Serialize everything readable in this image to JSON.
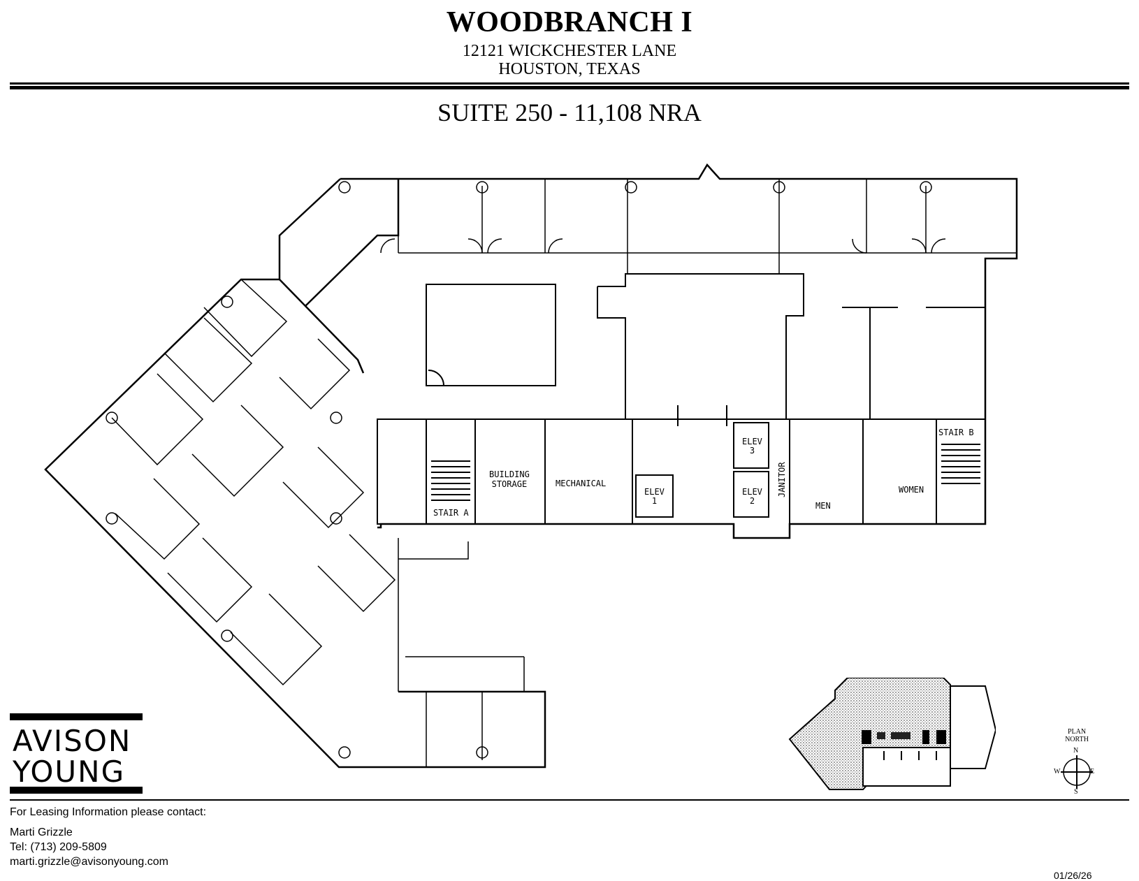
{
  "header": {
    "title": "WOODBRANCH I",
    "address_line1": "12121 WICKCHESTER LANE",
    "address_line2": "HOUSTON, TEXAS",
    "suite": "SUITE 250 - 11,108 NRA"
  },
  "floorplan": {
    "rooms": {
      "building_storage_1": "BUILDING",
      "building_storage_2": "STORAGE",
      "mechanical": "MECHANICAL",
      "stair_a": "STAIR A",
      "stair_b": "STAIR B",
      "elev1_a": "ELEV",
      "elev1_b": "1",
      "elev2_a": "ELEV",
      "elev2_b": "2",
      "elev3_a": "ELEV",
      "elev3_b": "3",
      "janitor": "JANITOR",
      "men": "MEN",
      "women": "WOMEN"
    }
  },
  "compass": {
    "label_line1": "PLAN",
    "label_line2": "NORTH",
    "n": "N",
    "s": "S",
    "e": "E",
    "w": "W"
  },
  "logo": {
    "line1": "AVISON",
    "line2": "YOUNG"
  },
  "contact": {
    "intro": "For Leasing Information please contact:",
    "name": "Marti Grizzle",
    "phone": "Tel: (713) 209-5809",
    "email": "marti.grizzle@avisonyoung.com"
  },
  "date": "01/26/26"
}
